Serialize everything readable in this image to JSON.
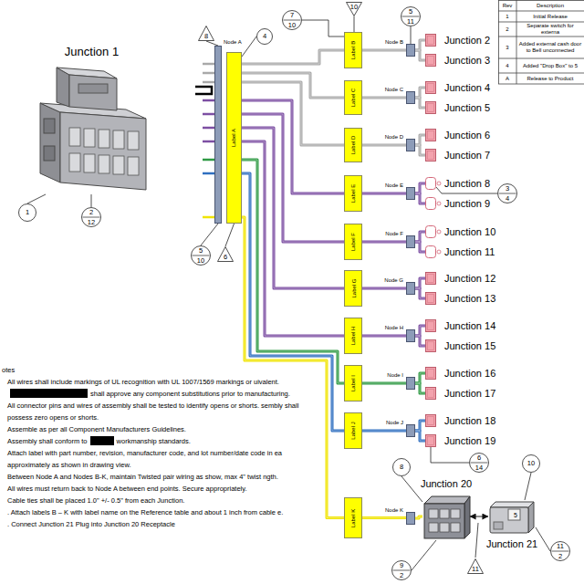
{
  "diagram": {
    "nodes": [
      {
        "text": [
          "Junction 1"
        ]
      },
      {
        "text": [
          "1"
        ]
      },
      {
        "text": [
          "2",
          "12"
        ]
      },
      {
        "text": [
          "8"
        ]
      },
      {
        "text": [
          "Node A"
        ]
      },
      {
        "text": [
          "Label A"
        ]
      },
      {
        "text": [
          "4"
        ]
      },
      {
        "text": [
          "5",
          "10"
        ]
      },
      {
        "text": [
          "6"
        ]
      },
      {
        "text": [
          "7",
          "10"
        ]
      },
      {
        "text": [
          "10"
        ]
      },
      {
        "text": [
          "5",
          "11"
        ]
      },
      {
        "text": [
          "Label B"
        ]
      },
      {
        "text": [
          "Label C"
        ]
      },
      {
        "text": [
          "Label D"
        ]
      },
      {
        "text": [
          "Label E"
        ]
      },
      {
        "text": [
          "Label F"
        ]
      },
      {
        "text": [
          "Label G"
        ]
      },
      {
        "text": [
          "Label H"
        ]
      },
      {
        "text": [
          "Label I"
        ]
      },
      {
        "text": [
          "Label J"
        ]
      },
      {
        "text": [
          "Label K"
        ]
      },
      {
        "text": [
          "Node B"
        ]
      },
      {
        "text": [
          "Node C"
        ]
      },
      {
        "text": [
          "Node D"
        ]
      },
      {
        "text": [
          "Node E"
        ]
      },
      {
        "text": [
          "Node F"
        ]
      },
      {
        "text": [
          "Node G"
        ]
      },
      {
        "text": [
          "Node H"
        ]
      },
      {
        "text": [
          "Node I"
        ]
      },
      {
        "text": [
          "Node J"
        ]
      },
      {
        "text": [
          "Node K"
        ]
      },
      {
        "text": [
          "Junction 2"
        ]
      },
      {
        "text": [
          "Junction 3"
        ]
      },
      {
        "text": [
          "Junction 4"
        ]
      },
      {
        "text": [
          "Junction 5"
        ]
      },
      {
        "text": [
          "Junction 6"
        ]
      },
      {
        "text": [
          "Junction 7"
        ]
      },
      {
        "text": [
          "Junction 8"
        ]
      },
      {
        "text": [
          "Junction 9"
        ]
      },
      {
        "text": [
          "Junction 10"
        ]
      },
      {
        "text": [
          "Junction 11"
        ]
      },
      {
        "text": [
          "Junction 12"
        ]
      },
      {
        "text": [
          "Junction 13"
        ]
      },
      {
        "text": [
          "Junction 14"
        ]
      },
      {
        "text": [
          "Junction 15"
        ]
      },
      {
        "text": [
          "Junction 16"
        ]
      },
      {
        "text": [
          "Junction 17"
        ]
      },
      {
        "text": [
          "Junction 18"
        ]
      },
      {
        "text": [
          "Junction 19"
        ]
      },
      {
        "text": [
          "3",
          "4"
        ]
      },
      {
        "text": [
          "6",
          "14"
        ]
      },
      {
        "text": [
          "Junction 20"
        ]
      },
      {
        "text": [
          "Junction 21"
        ]
      },
      {
        "text": [
          "8"
        ]
      },
      {
        "text": [
          "9",
          "2"
        ]
      },
      {
        "text": [
          "11"
        ]
      },
      {
        "text": [
          "10"
        ]
      },
      {
        "text": [
          "11",
          "2"
        ]
      }
    ],
    "edges": [
      {
        "from": 5,
        "to": 12,
        "arrow": "none"
      },
      {
        "from": 5,
        "to": 13,
        "arrow": "none"
      },
      {
        "from": 5,
        "to": 14,
        "arrow": "none"
      },
      {
        "from": 5,
        "to": 15,
        "arrow": "none"
      },
      {
        "from": 5,
        "to": 16,
        "arrow": "none"
      },
      {
        "from": 5,
        "to": 17,
        "arrow": "none"
      },
      {
        "from": 5,
        "to": 18,
        "arrow": "none"
      },
      {
        "from": 5,
        "to": 19,
        "arrow": "none"
      },
      {
        "from": 5,
        "to": 20,
        "arrow": "none"
      },
      {
        "from": 5,
        "to": 21,
        "arrow": "none"
      },
      {
        "from": 12,
        "to": 22,
        "arrow": "none"
      },
      {
        "from": 13,
        "to": 23,
        "arrow": "none"
      },
      {
        "from": 14,
        "to": 24,
        "arrow": "none"
      },
      {
        "from": 15,
        "to": 25,
        "arrow": "none"
      },
      {
        "from": 16,
        "to": 26,
        "arrow": "none"
      },
      {
        "from": 17,
        "to": 27,
        "arrow": "none"
      },
      {
        "from": 18,
        "to": 28,
        "arrow": "none"
      },
      {
        "from": 19,
        "to": 29,
        "arrow": "none"
      },
      {
        "from": 20,
        "to": 30,
        "arrow": "none"
      },
      {
        "from": 21,
        "to": 31,
        "arrow": "none"
      },
      {
        "from": 22,
        "to": 32,
        "arrow": "none"
      },
      {
        "from": 22,
        "to": 33,
        "arrow": "none"
      },
      {
        "from": 23,
        "to": 34,
        "arrow": "none"
      },
      {
        "from": 23,
        "to": 35,
        "arrow": "none"
      },
      {
        "from": 24,
        "to": 36,
        "arrow": "none"
      },
      {
        "from": 24,
        "to": 37,
        "arrow": "none"
      },
      {
        "from": 25,
        "to": 38,
        "arrow": "none"
      },
      {
        "from": 25,
        "to": 39,
        "arrow": "none"
      },
      {
        "from": 26,
        "to": 40,
        "arrow": "none"
      },
      {
        "from": 26,
        "to": 41,
        "arrow": "none"
      },
      {
        "from": 27,
        "to": 42,
        "arrow": "none"
      },
      {
        "from": 27,
        "to": 43,
        "arrow": "none"
      },
      {
        "from": 28,
        "to": 44,
        "arrow": "none"
      },
      {
        "from": 28,
        "to": 45,
        "arrow": "none"
      },
      {
        "from": 29,
        "to": 46,
        "arrow": "none"
      },
      {
        "from": 29,
        "to": 47,
        "arrow": "none"
      },
      {
        "from": 30,
        "to": 48,
        "arrow": "none"
      },
      {
        "from": 30,
        "to": 49,
        "arrow": "none"
      },
      {
        "from": 31,
        "to": 52,
        "arrow": "none"
      },
      {
        "from": 52,
        "to": 53,
        "arrow": "both"
      },
      {
        "from": 1,
        "to": 0,
        "arrow": "none"
      },
      {
        "from": 2,
        "to": 0,
        "arrow": "none"
      },
      {
        "from": 3,
        "to": 4,
        "arrow": "none"
      },
      {
        "from": 6,
        "to": 5,
        "arrow": "none"
      },
      {
        "from": 7,
        "to": 4,
        "arrow": "none"
      },
      {
        "from": 8,
        "to": 5,
        "arrow": "none"
      },
      {
        "from": 9,
        "to": 12,
        "arrow": "none"
      },
      {
        "from": 10,
        "to": 12,
        "arrow": "none"
      },
      {
        "from": 11,
        "to": 22,
        "arrow": "none"
      },
      {
        "from": 50,
        "to": 38,
        "arrow": "none"
      },
      {
        "from": 51,
        "to": 49,
        "arrow": "none"
      },
      {
        "from": 54,
        "to": 52,
        "arrow": "none"
      },
      {
        "from": 55,
        "to": 52,
        "arrow": "none"
      },
      {
        "from": 57,
        "to": 53,
        "arrow": "none"
      },
      {
        "from": 58,
        "to": 53,
        "arrow": "none"
      }
    ],
    "labels": [
      "Rev",
      "Description",
      "1",
      "Initial Release",
      "2",
      "Separate switch for externa",
      "3",
      "Added external cash door to Bell unconnected",
      "4",
      "Added \"Drop Box\" to 5",
      "A",
      "Release to Product",
      "5",
      "otes",
      "All wires shall include markings of UL recognition with UL 1007/1569 markings or uivalent.",
      "shall approve any component substitutions prior to manufacturing.",
      "All connector pins and wires of assembly shall be tested to identify opens or shorts. sembly shall possess zero opens or shorts.",
      "Assemble as per all Component Manufacturers Guidelines.",
      "Assembly shall conform to",
      "workmanship standards.",
      "Attach label with part number, revision, manufacturer code, and lot number/date code in ea approximately as shown in drawing view.",
      "Between Node A and Nodes B-K, maintain Twisted pair wiring as show, max 4\" twist ngth.",
      "All wires must return back to Node A between end points. Secure appropriately.",
      "Cable ties shall be placed 1.0\" +/- 0.5\" from each Junction.",
      ". Attach labels B – K with label name on the Reference table and about 1 inch from cable e.",
      ". Connect Junction 21 Plug into Junction 20 Receptacle"
    ]
  }
}
